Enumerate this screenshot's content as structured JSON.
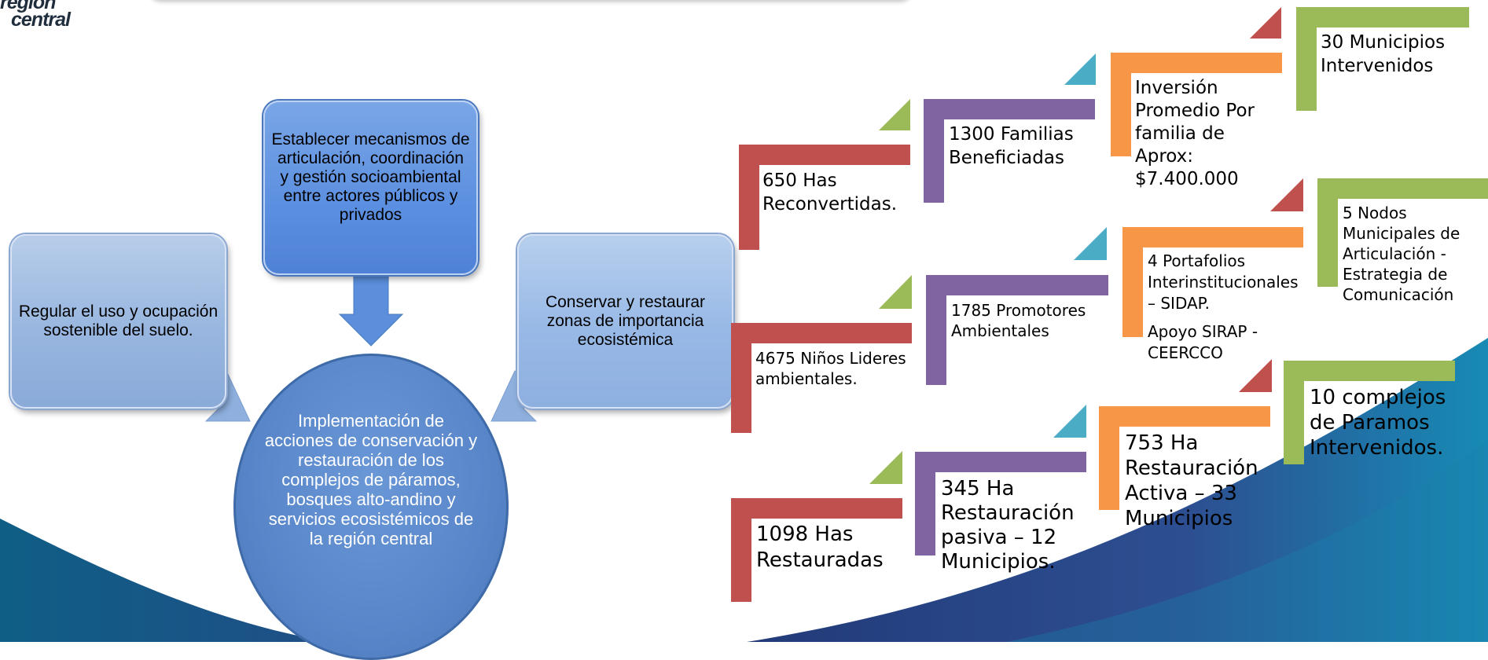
{
  "logo": {
    "line1": "región",
    "line2": "central"
  },
  "diagram": {
    "left_box": "Regular el uso  y ocupación sostenible del suelo.",
    "top_box": "Establecer mecanismos de articulación, coordinación y gestión socioambiental entre actores públicos y privados",
    "right_box": "Conservar y restaurar zonas de importancia ecosistémica",
    "center_circle": "Implementación de acciones de conservación y restauración de los complejos de páramos, bosques alto-andino y servicios ecosistémicos de la región central"
  },
  "stairs": {
    "row1": [
      "650 Has\nReconvertidas.",
      "1300 Familias\nBeneficiadas",
      "Inversión\nPromedio Por\nfamilia de\nAprox:\n$7.400.000",
      "30 Municipios\nIntervenidos"
    ],
    "row2": [
      "4675 Niños Lideres\nambientales.",
      "1785 Promotores\nAmbientales",
      "4 Portafolios\nInterinstitucionales\n– SIDAP.",
      "Apoyo SIRAP -\nCEERCCO",
      "5 Nodos\nMunicipales de\nArticulación -\nEstrategia de\nComunicación"
    ],
    "row3": [
      "1098 Has\nRestauradas",
      "345 Ha\nRestauración\npasiva – 12\nMunicipios.",
      "753 Ha\nRestauración\nActiva – 33\nMunicipios",
      "10 complejos\nde Paramos\nIntervenidos."
    ]
  },
  "colors": {
    "red": "#c0504d",
    "purple": "#8064a2",
    "orange": "#f79646",
    "green": "#9bbb59",
    "teal": "#4bacc6",
    "wave_dark": "#1e3a6e"
  }
}
